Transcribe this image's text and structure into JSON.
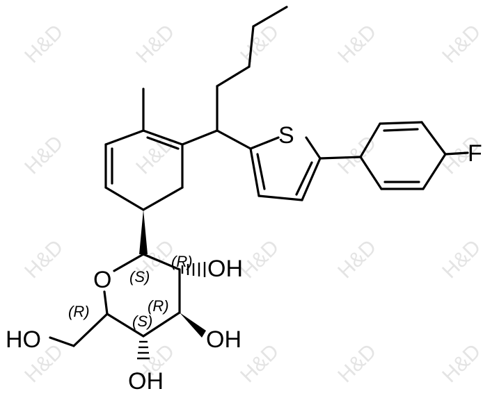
{
  "watermark": "H&D",
  "atoms": {
    "S": "S",
    "F": "F",
    "O_ring": "O",
    "OH_2": "OH",
    "OH_3": "OH",
    "OH_4": "OH",
    "HO_6": "HO"
  },
  "stereo_labels": {
    "c1": "(S)",
    "c2": "(R)",
    "c3": "(R)",
    "c4": "(S)",
    "c5": "(R)"
  }
}
